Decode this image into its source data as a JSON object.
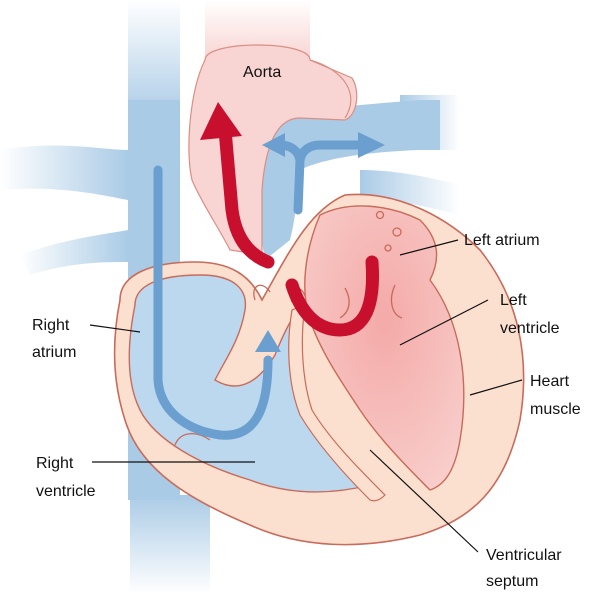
{
  "labels": {
    "aorta": "Aorta",
    "left_atrium": "Left atrium",
    "left_ventricle_1": "Left",
    "left_ventricle_2": "ventricle",
    "heart_muscle_1": "Heart",
    "heart_muscle_2": "muscle",
    "right_atrium_1": "Right",
    "right_atrium_2": "atrium",
    "right_ventricle_1": "Right",
    "right_ventricle_2": "ventricle",
    "septum_1": "Ventricular",
    "septum_2": "septum"
  },
  "colors": {
    "deoxygenated_blood": "#bcd8ef",
    "vessel_blue": "#aacbe6",
    "blue_arrow": "#6a9fcf",
    "oxygenated_blood": "#f7c9c6",
    "aorta_pink": "#f8d4d2",
    "red_arrow": "#c8102e",
    "heart_muscle": "#fbe0d0",
    "outline": "#c96a5a",
    "text": "#111111"
  }
}
